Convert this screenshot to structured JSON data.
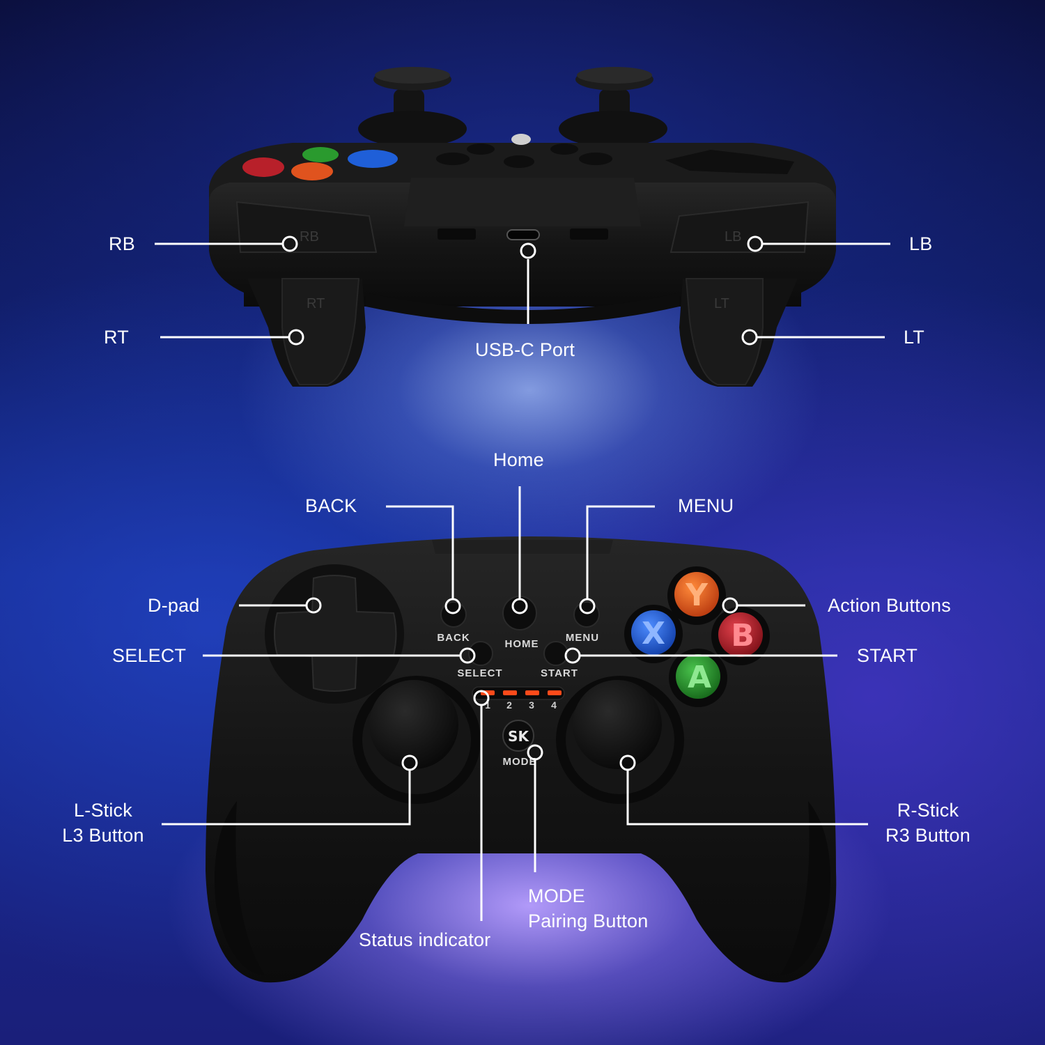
{
  "top_view": {
    "labels": {
      "rb": "RB",
      "lb": "LB",
      "rt": "RT",
      "lt": "LT",
      "usb_c": "USB-C Port"
    },
    "trigger_marks": {
      "rb": "RB",
      "lb": "LB",
      "rt": "RT",
      "lt": "LT"
    }
  },
  "front_view": {
    "labels": {
      "home": "Home",
      "back": "BACK",
      "menu": "MENU",
      "dpad": "D-pad",
      "action_buttons": "Action Buttons",
      "select": "SELECT",
      "start": "START",
      "l_stick_line1": "L-Stick",
      "l_stick_line2": "L3 Button",
      "r_stick_line1": "R-Stick",
      "r_stick_line2": "R3 Button",
      "mode_line1": "MODE",
      "mode_line2": "Pairing Button",
      "status": "Status indicator"
    },
    "silkscreen": {
      "back": "BACK",
      "home": "HOME",
      "menu": "MENU",
      "select": "SELECT",
      "start": "START",
      "mode": "MODE",
      "player_numbers": [
        "1",
        "2",
        "3",
        "4"
      ]
    },
    "face_buttons": {
      "y": "Y",
      "x": "X",
      "b": "B",
      "a": "A"
    },
    "logo": "SK"
  },
  "colors": {
    "led": "#ff4a1a",
    "button_y": "#e0531e",
    "button_x": "#1f5fd8",
    "button_b": "#c0232c",
    "button_a": "#2a9a2e",
    "body": "#151515"
  }
}
